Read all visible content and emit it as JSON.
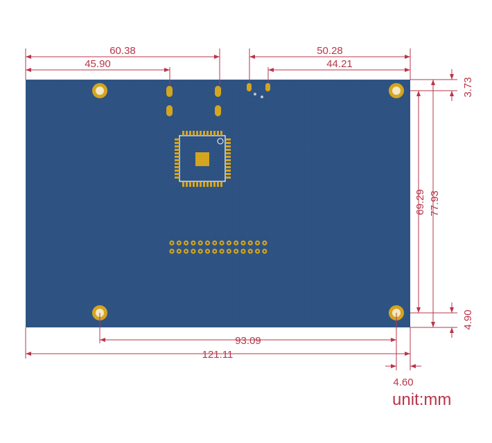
{
  "diagram": {
    "unit_label": "unit:mm",
    "colors": {
      "board": "#2c5180",
      "board_dark": "#244670",
      "pad": "#d4a51f",
      "dimension": "#b8354a",
      "silkscreen": "#ffffff"
    },
    "dimensions": {
      "top_left_outer": "60.38",
      "top_left_inner": "45.90",
      "top_right_outer": "50.28",
      "top_right_inner": "44.21",
      "right_top_offset": "3.73",
      "right_inner": "69.29",
      "right_outer": "77.93",
      "right_bottom_offset": "4.90",
      "bottom_inner": "93.09",
      "bottom_outer": "121.11",
      "bottom_right_offset": "4.60"
    }
  }
}
